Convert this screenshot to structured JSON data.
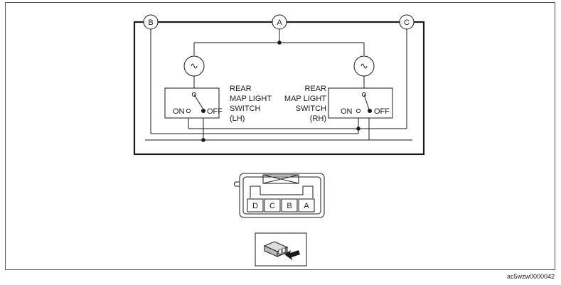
{
  "terminals": {
    "a": "A",
    "b": "B",
    "c": "C"
  },
  "left_switch": {
    "label_lines": [
      "REAR",
      "MAP LIGHT",
      "SWITCH",
      "(LH)"
    ],
    "on": "ON",
    "off": "OFF"
  },
  "right_switch": {
    "label_lines": [
      "REAR",
      "MAP LIGHT",
      "SWITCH",
      "(RH)"
    ],
    "on": "ON",
    "off": "OFF"
  },
  "connector": {
    "pins": [
      "D",
      "C",
      "B",
      "A"
    ]
  },
  "footer": {
    "code": "ac5wzw0000042"
  }
}
